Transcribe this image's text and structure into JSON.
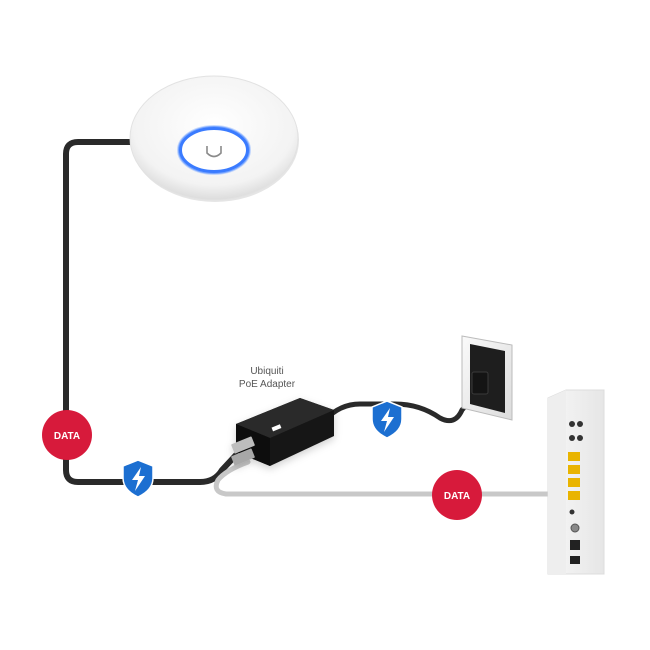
{
  "adapter": {
    "name_line1": "Ubiquiti",
    "name_line2": "PoE Adapter"
  },
  "badges": {
    "data_left": "DATA",
    "data_right": "DATA"
  },
  "colors": {
    "data_badge": "#d71a3b",
    "power_shield": "#1c6fd1",
    "cable_dark": "#2a2a2a",
    "cable_light": "#c8c8c8",
    "ap_ring": "#3a7bff"
  },
  "icons": [
    "access-point-icon",
    "poe-adapter-icon",
    "wall-outlet-icon",
    "router-icon",
    "power-shield-icon"
  ]
}
